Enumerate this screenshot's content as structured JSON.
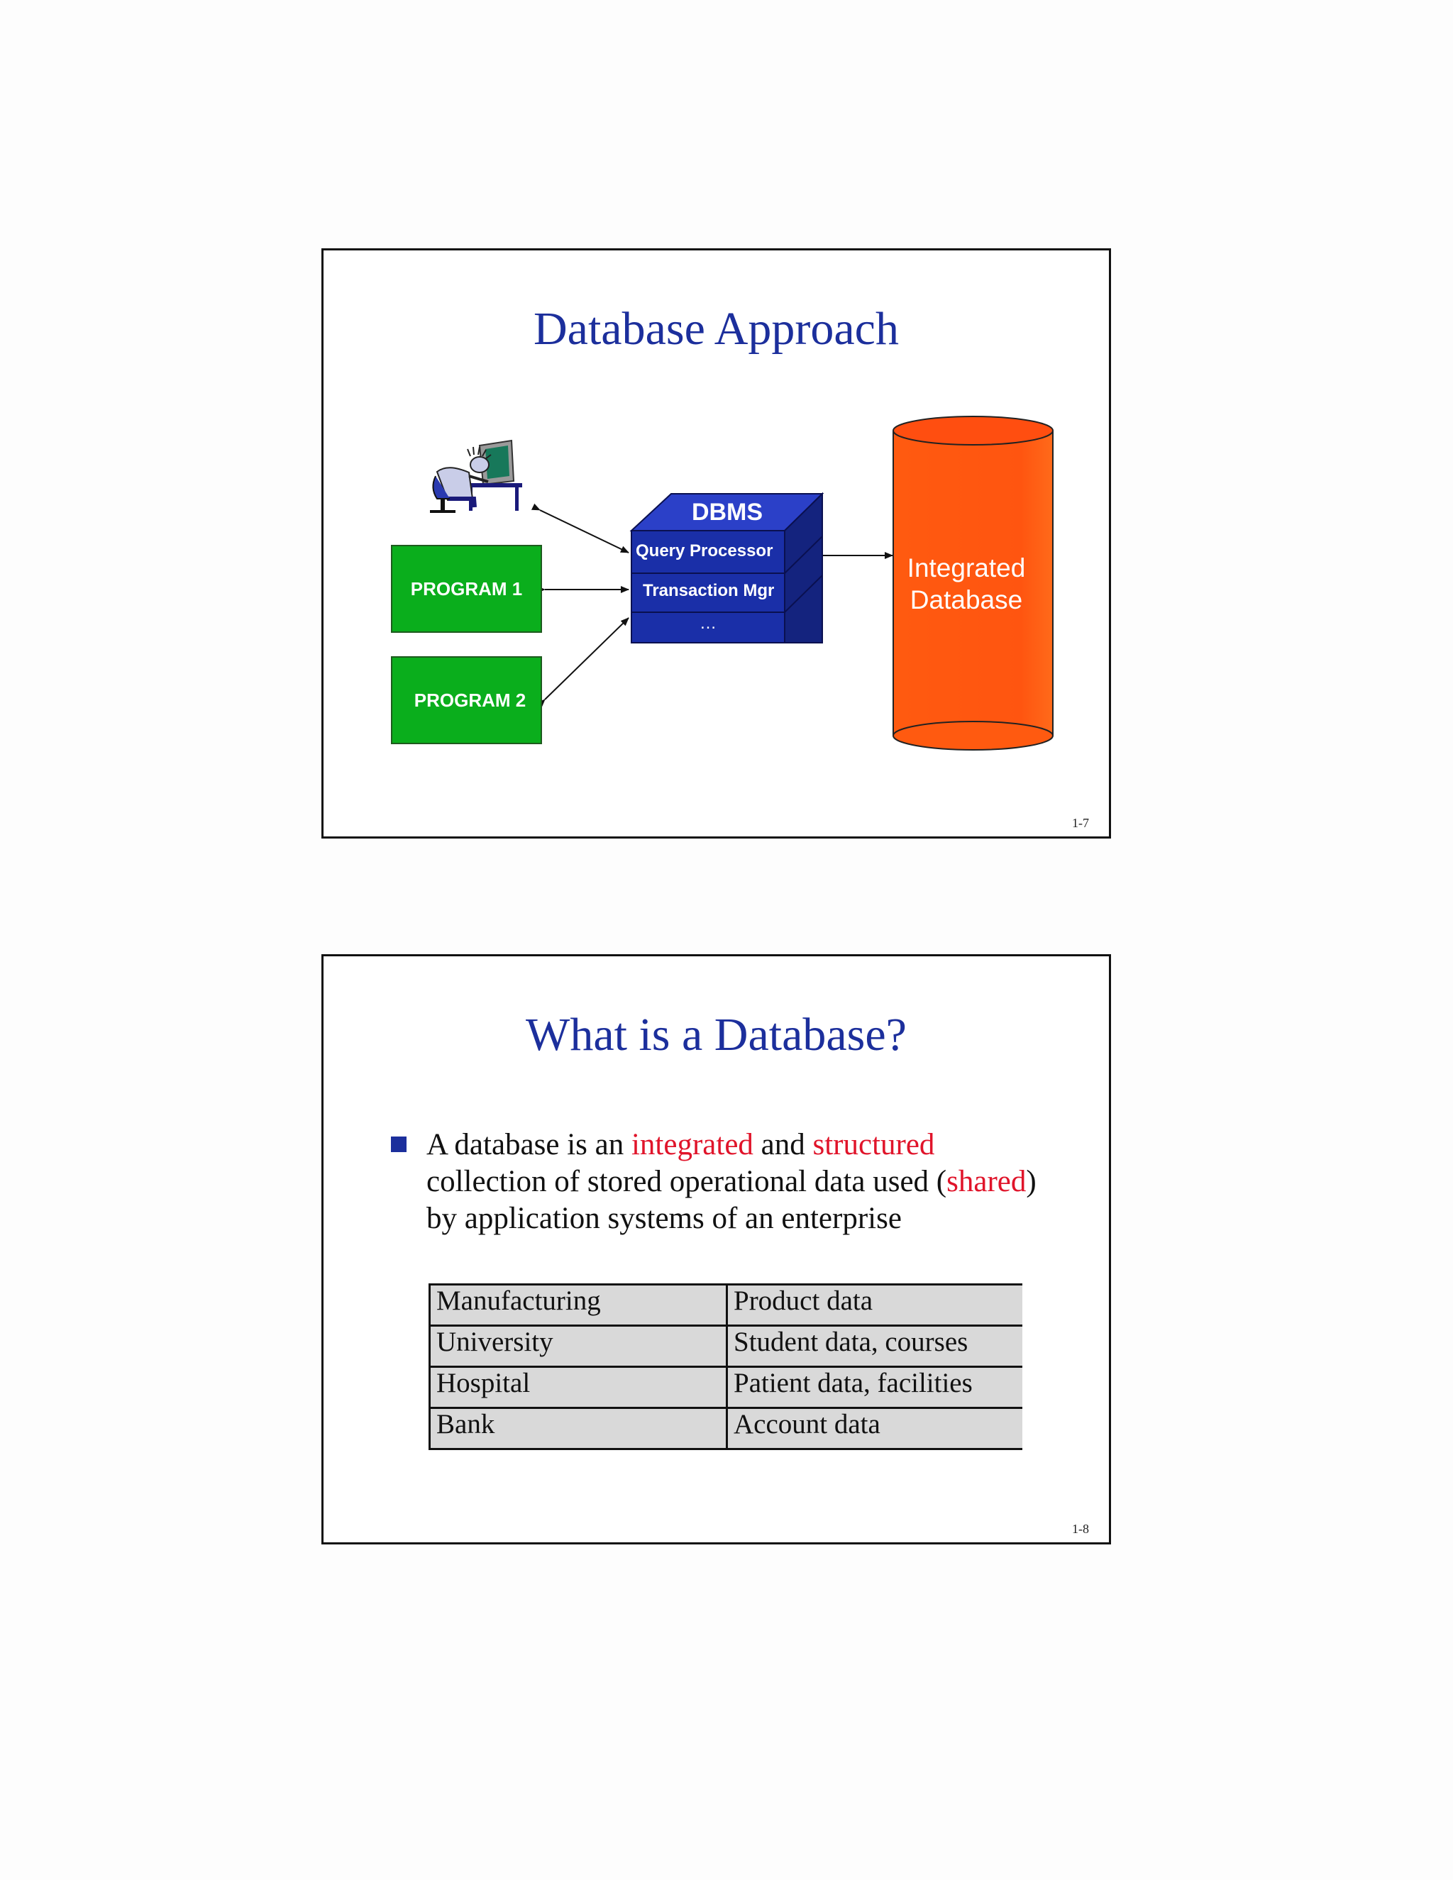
{
  "slide1": {
    "title": "Database Approach",
    "program1": "PROGRAM 1",
    "program2": "PROGRAM 2",
    "dbms": {
      "label": "DBMS",
      "layers": [
        "Query Processor",
        "Transaction Mgr",
        "…"
      ]
    },
    "database_label_line1": "Integrated",
    "database_label_line2": "Database",
    "page_number": "1-7",
    "colors": {
      "title": "#1c2f9c",
      "program": "#0aae1c",
      "dbms": "#1a2fa8",
      "database": "#ff4e10"
    }
  },
  "slide2": {
    "title": "What is a Database?",
    "bullet": {
      "part1": "A database is an ",
      "highlight1": "integrated",
      "part2": " and ",
      "highlight2": "structured",
      "part3": " collection of stored operational data used (",
      "highlight3": "shared",
      "part4": ") by application systems of an enterprise"
    },
    "table": [
      [
        "Manufacturing",
        "Product data"
      ],
      [
        "University",
        "Student data, courses"
      ],
      [
        "Hospital",
        "Patient data, facilities"
      ],
      [
        "Bank",
        "Account data"
      ]
    ],
    "page_number": "1-8",
    "colors": {
      "title": "#1c2f9c",
      "highlight": "#e0142a",
      "bullet": "#1c2f9c"
    }
  }
}
